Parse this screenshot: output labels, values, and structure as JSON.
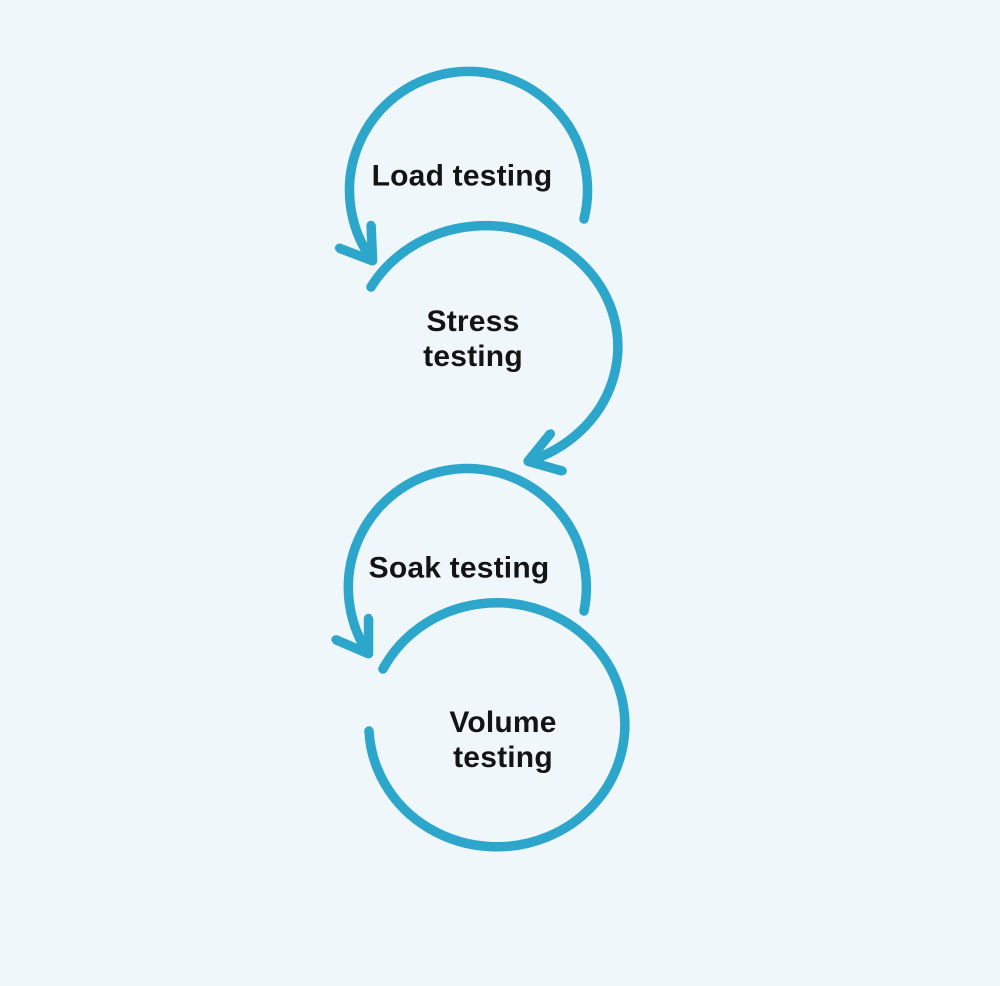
{
  "diagram": {
    "name": "performance-testing-cycle",
    "steps": [
      {
        "id": "load",
        "label": "Load testing"
      },
      {
        "id": "stress",
        "label": "Stress\ntesting"
      },
      {
        "id": "soak",
        "label": "Soak testing"
      },
      {
        "id": "volume",
        "label": "Volume\ntesting"
      }
    ]
  },
  "colors": {
    "accent": "#2DA6CB",
    "background": "#EFF7FA",
    "text": "#141414"
  }
}
